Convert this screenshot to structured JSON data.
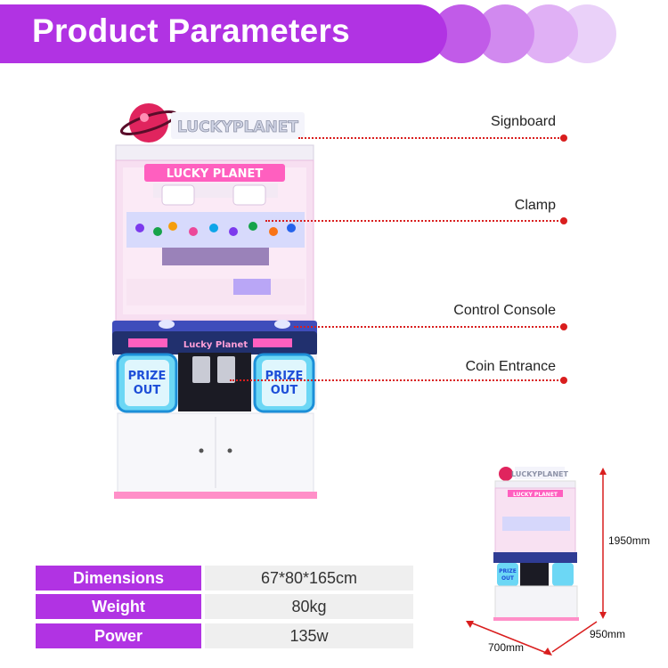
{
  "header": {
    "title": "Product Parameters"
  },
  "machine": {
    "brand_sign": "LUCKYPLANET",
    "marquee": "LUCKY PLANET",
    "console_label": "Lucky Planet",
    "door_left": [
      "PRIZE",
      "OUT"
    ],
    "door_right": [
      "PRIZE",
      "OUT"
    ]
  },
  "callouts": [
    {
      "label": "Signboard"
    },
    {
      "label": "Clamp"
    },
    {
      "label": "Control Console"
    },
    {
      "label": "Coin Entrance"
    }
  ],
  "specs": [
    {
      "key": "Dimensions",
      "value": "67*80*165cm"
    },
    {
      "key": "Weight",
      "value": "80kg"
    },
    {
      "key": "Power",
      "value": "135w"
    }
  ],
  "mini": {
    "brand_sign": "LUCKYPLANET",
    "marquee": "LUCKY PLANET",
    "door": [
      "PRIZE",
      "OUT"
    ],
    "height": "1950mm",
    "depth": "950mm",
    "width": "700mm"
  },
  "colors": {
    "accent": "#b133e3",
    "callout": "#d91e1e"
  }
}
